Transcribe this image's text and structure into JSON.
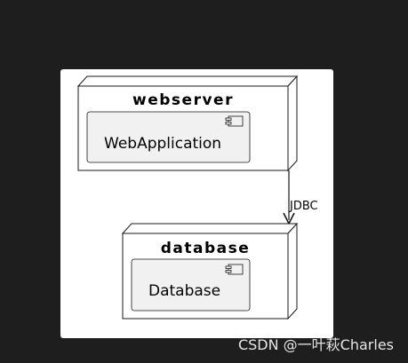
{
  "diagram": {
    "nodes": [
      {
        "id": "webserver",
        "title": "webserver",
        "component": "WebApplication"
      },
      {
        "id": "database",
        "title": "database",
        "component": "Database"
      }
    ],
    "edges": [
      {
        "from": "webserver",
        "to": "database",
        "label": "JDBC"
      }
    ]
  },
  "watermark": "CSDN @一叶萩Charles",
  "colors": {
    "background": "#1e1e1e",
    "canvas": "#ffffff",
    "component_fill": "#f1f1f1",
    "stroke": "#181818",
    "watermark": "#e6e6e6"
  }
}
